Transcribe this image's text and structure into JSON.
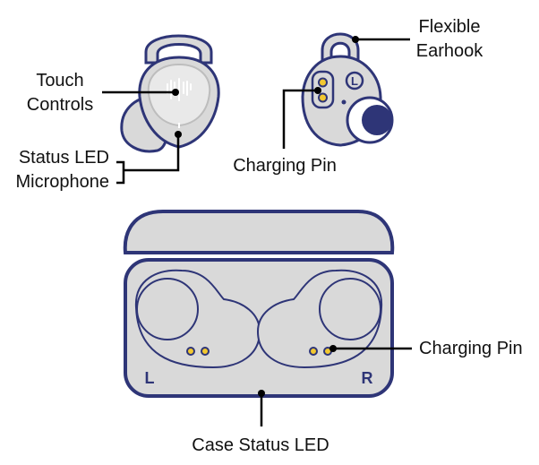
{
  "colors": {
    "outline": "#2e3577",
    "fill": "#d9d9d9",
    "fill_light": "#e9e9e9",
    "pin": "#f2c830",
    "leader": "#000000",
    "text": "#111111"
  },
  "labels": {
    "touch_controls": [
      "Touch",
      "Controls"
    ],
    "status_led": "Status LED",
    "microphone": "Microphone",
    "flexible_earhook": [
      "Flexible",
      "Earhook"
    ],
    "charging_pin_earbud": "Charging Pin",
    "charging_pin_case": "Charging Pin",
    "case_status_led": "Case Status LED"
  },
  "marks": {
    "earbud_side_letter": "L",
    "case_left_letter": "L",
    "case_right_letter": "R"
  }
}
